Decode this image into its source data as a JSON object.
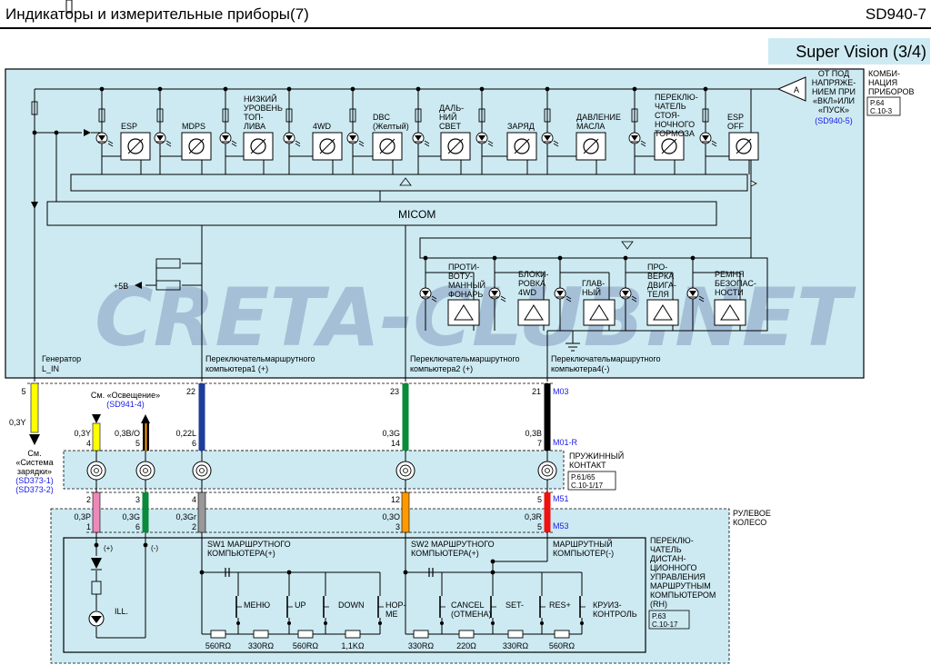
{
  "header": {
    "title": "Индикаторы и измерительные приборы(7)",
    "code": "SD940-7",
    "subtitle": "Super Vision (3/4)"
  },
  "watermark": "CRETA-CLUB.NET",
  "cluster": {
    "right_note": [
      "КОМБИ-",
      "НАЦИЯ",
      "ПРИБОРОВ"
    ],
    "right_ref": [
      "P.64",
      "C.10-3"
    ],
    "power_note": [
      "ОТ ПОД",
      "НАПРЯЖЕ-",
      "НИЕМ ПРИ",
      "«ВКЛ»ИЛИ",
      "«ПУСК»"
    ],
    "power_ref": "(SD940-5)",
    "power_symbol": "A",
    "micom": "MICOM",
    "plus5v": "+5В",
    "top_labels": {
      "esp": "ESP",
      "mdps": "MDPS",
      "fuel": [
        "НИЗКИЙ",
        "УРОВЕНЬ",
        "ТОП-",
        "ЛИВА"
      ],
      "fwd": "4WD",
      "dbc": [
        "DBC",
        "(Желтый)"
      ],
      "highbeam": [
        "ДАЛЬ-",
        "НИЙ",
        "СВЕТ"
      ],
      "charge": "ЗАРЯД",
      "oil": [
        "ДАВЛЕНИЕ",
        "МАСЛА"
      ],
      "parking": [
        "ПЕРЕКЛЮ-",
        "ЧАТЕЛЬ",
        "СТОЯ-",
        "НОЧНОГО",
        "ТОРМОЗА"
      ],
      "espoff": [
        "ESP",
        "OFF"
      ]
    },
    "bottom_labels": {
      "fog": [
        "ПРОТИ-",
        "ВОТУ-",
        "МАННЫЙ",
        "ФОНАРЬ"
      ],
      "lock4wd": [
        "БЛОКИ-",
        "РОВКА",
        "4WD"
      ],
      "main": [
        "ГЛАВ-",
        "НЫЙ"
      ],
      "engine": [
        "ПРО-",
        "ВЕРКА",
        "ДВИГА-",
        "ТЕЛЯ"
      ],
      "belt": [
        "РЕМНЯ",
        "БЕЗОПАС-",
        "НОСТИ"
      ]
    },
    "pin_labels": {
      "generator": [
        "Генератор",
        "L_IN"
      ],
      "cruise1": [
        "Переключательмаршрутного",
        "компьютера1 (+)"
      ],
      "cruise2": [
        "Переключательмаршрутного",
        "компьютера2 (+)"
      ],
      "cruise4": [
        "Переключательмаршрутного",
        "компьютера4(-)"
      ]
    }
  },
  "connectors": {
    "m03": "M03",
    "m01r": "M01-R",
    "m51": "M51",
    "m53": "M53"
  },
  "wires": {
    "pins_top": [
      "5",
      "22",
      "23",
      "21"
    ],
    "gen_wire": "0,3Y",
    "w_cruise1": "0,22L",
    "w_cruise2": "0,3G",
    "w_cruise4": "0,3B",
    "pins_m01": [
      "4",
      "5",
      "6",
      "14",
      "7"
    ],
    "lighting_wires": [
      "0,3Y",
      "0,3B/O"
    ],
    "pins_m51": [
      "2",
      "3",
      "4",
      "12",
      "5"
    ],
    "pins_m53": [
      "1",
      "6",
      "2",
      "3",
      "5"
    ],
    "lower_wires": [
      "0,3P",
      "0,3G",
      "0,3Gr",
      "0,3O",
      "0,3R"
    ]
  },
  "notes": {
    "charging_see": [
      "См.",
      "«Система",
      "зарядки»"
    ],
    "charging_refs": [
      "(SD373-1)",
      "(SD373-2)"
    ],
    "lighting_see": "См. «Освещение»",
    "lighting_ref": "(SD941-4)",
    "clockspring": [
      "ПРУЖИННЫЙ",
      "КОНТАКТ"
    ],
    "clockspring_ref": [
      "P.61/65",
      "C.10-1/17"
    ],
    "steering": [
      "РУЛЕВОЕ",
      "КОЛЕСО"
    ],
    "switch_title": [
      "ПЕРЕКЛЮ-",
      "ЧАТЕЛЬ",
      "ДИСТАН-",
      "ЦИОННОГО",
      "УПРАВЛЕНИЯ",
      "МАРШРУТНЫМ",
      "КОМПЬЮТЕРОМ",
      "(RH)"
    ],
    "switch_ref": [
      "P.63",
      "C.10-17"
    ]
  },
  "switch": {
    "plus": "(+)",
    "minus": "(-)",
    "ill": "ILL.",
    "sw1": [
      "SW1 МАРШРУТНОГО",
      "КОМПЬЮТЕРА(+)"
    ],
    "sw2": [
      "SW2 МАРШРУТНОГО",
      "КОМПЬЮТЕРА(+)"
    ],
    "swm": [
      "МАРШРУТНЫЙ",
      "КОМПЬЮТЕР(-)"
    ],
    "buttons": {
      "menu": "МЕНЮ",
      "up": "UP",
      "down": "DOWN",
      "home": [
        "HOP-",
        "ME"
      ],
      "cancel": [
        "CANCEL",
        "(ОТМЕНА)"
      ],
      "set": "SET-",
      "res": "RES+",
      "cruise": [
        "КРУИЗ-",
        "КОНТРОЛЬ"
      ]
    },
    "resistors": [
      "560RΩ",
      "330RΩ",
      "560RΩ",
      "1,1KΩ",
      "330RΩ",
      "220Ω",
      "330RΩ",
      "560RΩ"
    ]
  },
  "colors": {
    "panel": "#cdeaf2",
    "yellow": "#ffff00",
    "blue_wire": "#1e3d99",
    "green_wire": "#0a8a3a",
    "black_wire": "#000000",
    "pink_wire": "#ee88bb",
    "grey_wire": "#999999",
    "orange_wire": "#ff9900",
    "red_wire": "#ee1111",
    "ref_blue": "#1a1ae6"
  }
}
